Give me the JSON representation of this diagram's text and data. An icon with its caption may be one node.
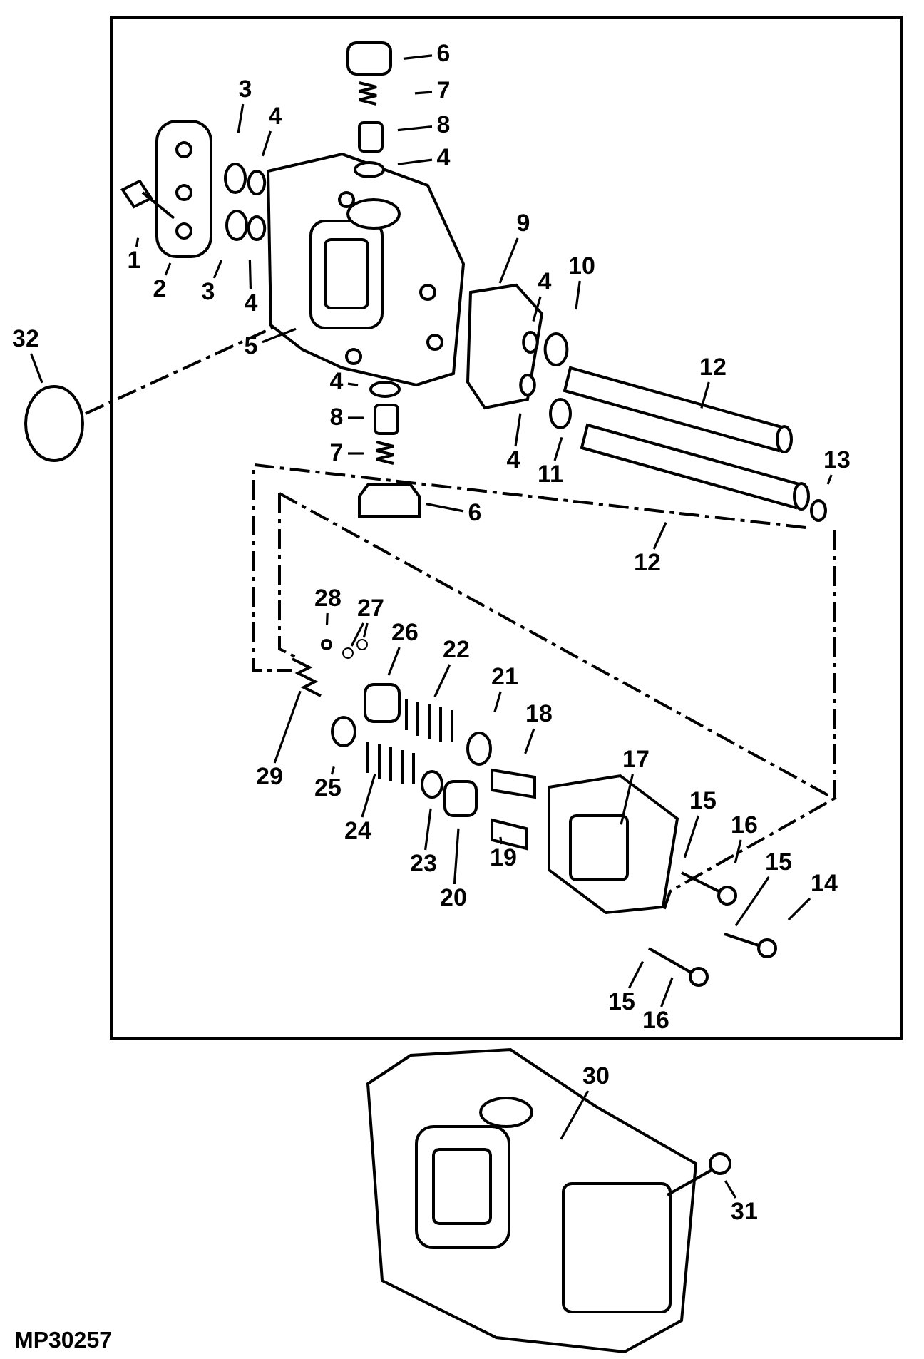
{
  "diagram": {
    "nodes": [
      {
        "text": [
          "6"
        ]
      },
      {
        "text": [
          "7"
        ]
      },
      {
        "text": [
          "8"
        ]
      },
      {
        "text": [
          "4"
        ]
      },
      {
        "text": [
          "3"
        ]
      },
      {
        "text": [
          "4"
        ]
      },
      {
        "text": [
          "1"
        ]
      },
      {
        "text": [
          "2"
        ]
      },
      {
        "text": [
          "3"
        ]
      },
      {
        "text": [
          "4"
        ]
      },
      {
        "text": [
          "5"
        ]
      },
      {
        "text": [
          "32"
        ]
      },
      {
        "text": [
          "9"
        ]
      },
      {
        "text": [
          "4"
        ]
      },
      {
        "text": [
          "10"
        ]
      },
      {
        "text": [
          "4"
        ]
      },
      {
        "text": [
          "8"
        ]
      },
      {
        "text": [
          "7"
        ]
      },
      {
        "text": [
          "6"
        ]
      },
      {
        "text": [
          "4"
        ]
      },
      {
        "text": [
          "11"
        ]
      },
      {
        "text": [
          "12"
        ]
      },
      {
        "text": [
          "13"
        ]
      },
      {
        "text": [
          "12"
        ]
      },
      {
        "text": [
          "28"
        ]
      },
      {
        "text": [
          "27"
        ]
      },
      {
        "text": [
          "26"
        ]
      },
      {
        "text": [
          "22"
        ]
      },
      {
        "text": [
          "21"
        ]
      },
      {
        "text": [
          "18"
        ]
      },
      {
        "text": [
          "17"
        ]
      },
      {
        "text": [
          "15"
        ]
      },
      {
        "text": [
          "16"
        ]
      },
      {
        "text": [
          "15"
        ]
      },
      {
        "text": [
          "14"
        ]
      },
      {
        "text": [
          "29"
        ]
      },
      {
        "text": [
          "25"
        ]
      },
      {
        "text": [
          "24"
        ]
      },
      {
        "text": [
          "23"
        ]
      },
      {
        "text": [
          "20"
        ]
      },
      {
        "text": [
          "19"
        ]
      },
      {
        "text": [
          "15"
        ]
      },
      {
        "text": [
          "16"
        ]
      },
      {
        "text": [
          "30"
        ]
      },
      {
        "text": [
          "31"
        ]
      },
      {
        "text": [],
        "shape": "circle"
      },
      {
        "text": [],
        "shape": "circle"
      }
    ],
    "edges": [
      {
        "from": 0,
        "to": null,
        "arrow": "none"
      },
      {
        "from": 1,
        "to": null,
        "arrow": "none"
      },
      {
        "from": 2,
        "to": null,
        "arrow": "none"
      },
      {
        "from": 3,
        "to": null,
        "arrow": "none"
      },
      {
        "from": 4,
        "to": null,
        "arrow": "none"
      },
      {
        "from": 5,
        "to": null,
        "arrow": "none"
      },
      {
        "from": 6,
        "to": null,
        "arrow": "none"
      },
      {
        "from": 7,
        "to": null,
        "arrow": "none"
      },
      {
        "from": 8,
        "to": null,
        "arrow": "none"
      },
      {
        "from": 9,
        "to": null,
        "arrow": "none"
      },
      {
        "from": 10,
        "to": null,
        "arrow": "none"
      },
      {
        "from": 11,
        "to": null,
        "arrow": "none"
      },
      {
        "from": 12,
        "to": null,
        "arrow": "none"
      },
      {
        "from": 13,
        "to": null,
        "arrow": "none"
      },
      {
        "from": 14,
        "to": null,
        "arrow": "none"
      },
      {
        "from": 15,
        "to": null,
        "arrow": "none"
      },
      {
        "from": 16,
        "to": null,
        "arrow": "none"
      },
      {
        "from": 17,
        "to": null,
        "arrow": "none"
      },
      {
        "from": 18,
        "to": null,
        "arrow": "none"
      },
      {
        "from": 19,
        "to": null,
        "arrow": "none"
      },
      {
        "from": 20,
        "to": null,
        "arrow": "none"
      },
      {
        "from": 21,
        "to": null,
        "arrow": "none"
      },
      {
        "from": 22,
        "to": null,
        "arrow": "none"
      },
      {
        "from": 23,
        "to": null,
        "arrow": "none"
      },
      {
        "from": 24,
        "to": null,
        "arrow": "none"
      },
      {
        "from": 25,
        "to": 45,
        "arrow": "none"
      },
      {
        "from": 25,
        "to": 46,
        "arrow": "none"
      },
      {
        "from": 26,
        "to": null,
        "arrow": "none"
      },
      {
        "from": 27,
        "to": null,
        "arrow": "none"
      },
      {
        "from": 28,
        "to": null,
        "arrow": "none"
      },
      {
        "from": 29,
        "to": null,
        "arrow": "none"
      },
      {
        "from": 30,
        "to": null,
        "arrow": "none"
      },
      {
        "from": 31,
        "to": null,
        "arrow": "none"
      },
      {
        "from": 32,
        "to": null,
        "arrow": "none"
      },
      {
        "from": 33,
        "to": null,
        "arrow": "none"
      },
      {
        "from": 34,
        "to": null,
        "arrow": "none"
      },
      {
        "from": 35,
        "to": null,
        "arrow": "none"
      },
      {
        "from": 36,
        "to": null,
        "arrow": "none"
      },
      {
        "from": 37,
        "to": null,
        "arrow": "none"
      },
      {
        "from": 38,
        "to": null,
        "arrow": "none"
      },
      {
        "from": 39,
        "to": null,
        "arrow": "none"
      },
      {
        "from": 40,
        "to": null,
        "arrow": "none"
      },
      {
        "from": 41,
        "to": null,
        "arrow": "none"
      },
      {
        "from": 42,
        "to": null,
        "arrow": "none"
      },
      {
        "from": 43,
        "to": null,
        "arrow": "none"
      },
      {
        "from": 44,
        "to": null,
        "arrow": "none"
      }
    ],
    "labels": [
      "MP30257"
    ]
  }
}
